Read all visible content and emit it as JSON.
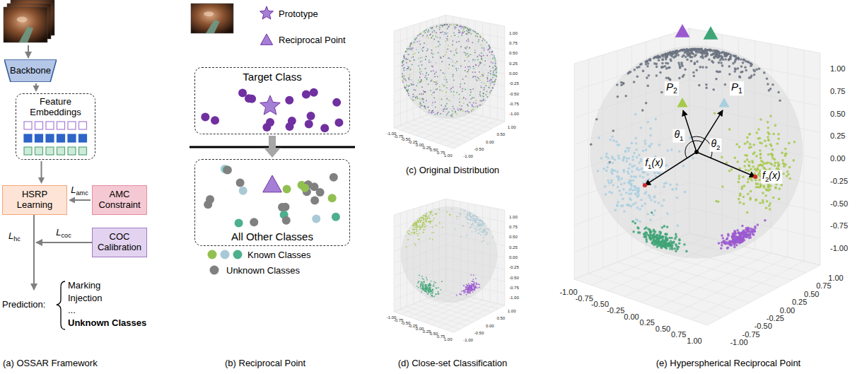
{
  "diagram": {
    "nodes": [
      {
        "text": [
          "Backbone"
        ]
      },
      {
        "text": [
          "Feature Embeddings"
        ]
      },
      {
        "text": [
          "HSRP Learning"
        ]
      },
      {
        "text": [
          "AMC Constraint"
        ]
      },
      {
        "text": [
          "COC Calibration"
        ]
      },
      {
        "text": [
          "Target Class"
        ]
      },
      {
        "text": [
          "All Other Classes"
        ]
      }
    ],
    "edges": [
      {
        "from": 0,
        "to": 1,
        "arrow": "to"
      },
      {
        "from": 1,
        "to": 2,
        "arrow": "to"
      },
      {
        "from": 3,
        "to": 2,
        "label": "Lamc",
        "arrow": "to"
      },
      {
        "from": 5,
        "to": 6,
        "arrow": "to"
      }
    ],
    "labels": [
      "Lcoc",
      "Lhc",
      "Prediction:",
      "Marking",
      "Injection",
      "...",
      "Unknown Classes",
      "(a) OSSAR Framework",
      "(b) Reciprocal Point",
      "(c) Original Distribution",
      "(d) Close-set Classification",
      "(e) Hyperspherical Reciprocal Point",
      "P2",
      "P1",
      "θ1",
      "θ2",
      "f1(x)",
      "f2(x)",
      "1.00",
      "0.75",
      "0.50",
      "0.25",
      "0.00",
      "-0.25",
      "-0.50",
      "-0.75",
      "-1.00",
      "-1.00",
      "-0.75",
      "-0.50",
      "-0.25",
      "0.00",
      "0.25",
      "0.50",
      "0.75",
      "1.00",
      "1.00",
      "0.50",
      "0.00",
      "-0.50",
      "-1.00",
      "1.00",
      "0.75",
      "0.50",
      "0.25",
      "0.00",
      "-0.25",
      "-0.50",
      "-0.75",
      "-1.00",
      "-1.00",
      "-0.75",
      "-0.50",
      "-0.25",
      "0.00",
      "0.25",
      "0.50",
      "0.75",
      "1.00",
      "1.00",
      "0.50",
      "0.00",
      "-0.50",
      "-1.00",
      "1.00",
      "0.75",
      "0.50",
      "0.25",
      "0.00",
      "-0.25",
      "-0.50",
      "-0.75",
      "-1.00",
      "-1.00",
      "-0.75",
      "-0.50",
      "-0.25",
      "0.00",
      "0.25",
      "0.50",
      "0.75",
      "1.00",
      "1.00",
      "0.75",
      "0.50",
      "0.25",
      "0.00",
      "-0.25",
      "-0.50",
      "-0.75",
      "-1.00"
    ],
    "legend": [
      {
        "text": "Prototype"
      },
      {
        "text": "Reciprocal Point"
      },
      {
        "text": "Known Classes"
      },
      {
        "text": "Unknown Classes",
        "color": "#808080"
      }
    ]
  }
}
